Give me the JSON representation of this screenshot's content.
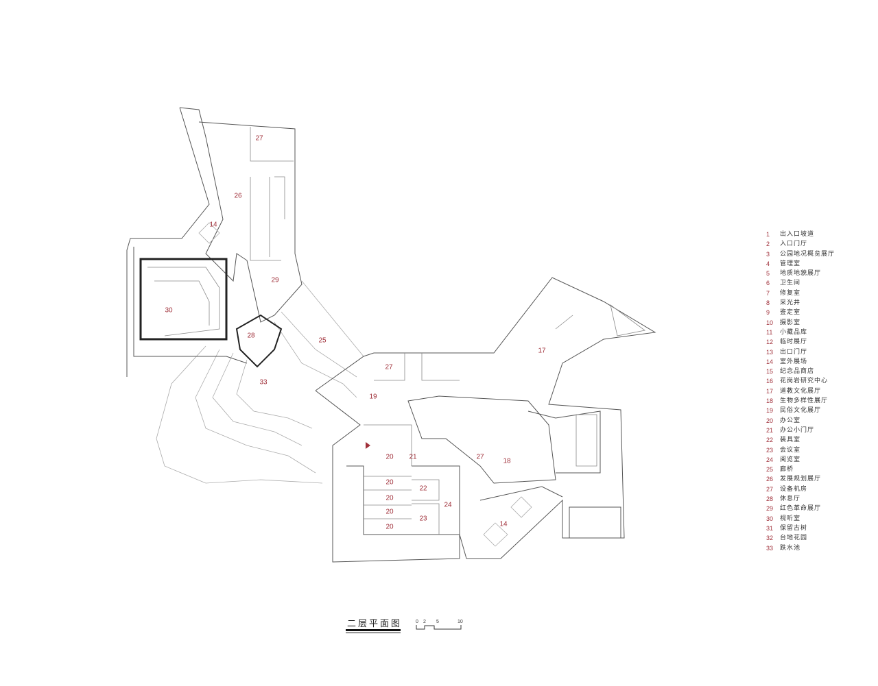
{
  "title": "二层平面图",
  "scale_bar": {
    "ticks": [
      "0",
      "2",
      "5",
      "10"
    ]
  },
  "room_labels": [
    "27",
    "26",
    "14",
    "29",
    "30",
    "28",
    "25",
    "33",
    "27",
    "19",
    "17",
    "20",
    "21",
    "22",
    "20",
    "20",
    "20",
    "20",
    "23",
    "24",
    "27",
    "18",
    "14"
  ],
  "legend": [
    {
      "num": "1",
      "label": "出入口坡道"
    },
    {
      "num": "2",
      "label": "入口门厅"
    },
    {
      "num": "3",
      "label": "公园地况概览展厅"
    },
    {
      "num": "4",
      "label": "管理室"
    },
    {
      "num": "5",
      "label": "地质地貌展厅"
    },
    {
      "num": "6",
      "label": "卫生间"
    },
    {
      "num": "7",
      "label": "修复室"
    },
    {
      "num": "8",
      "label": "采光井"
    },
    {
      "num": "9",
      "label": "鉴定室"
    },
    {
      "num": "10",
      "label": "摄影室"
    },
    {
      "num": "11",
      "label": "小藏品库"
    },
    {
      "num": "12",
      "label": "临时展厅"
    },
    {
      "num": "13",
      "label": "出口门厅"
    },
    {
      "num": "14",
      "label": "室外展场"
    },
    {
      "num": "15",
      "label": "纪念品商店"
    },
    {
      "num": "16",
      "label": "花岗岩研究中心"
    },
    {
      "num": "17",
      "label": "道教文化展厅"
    },
    {
      "num": "18",
      "label": "生物多样性展厅"
    },
    {
      "num": "19",
      "label": "民俗文化展厅"
    },
    {
      "num": "20",
      "label": "办公室"
    },
    {
      "num": "21",
      "label": "办公小门厅"
    },
    {
      "num": "22",
      "label": "装具室"
    },
    {
      "num": "23",
      "label": "会议室"
    },
    {
      "num": "24",
      "label": "阅览室"
    },
    {
      "num": "25",
      "label": "廊桥"
    },
    {
      "num": "26",
      "label": "发展规划展厅"
    },
    {
      "num": "27",
      "label": "设备机房"
    },
    {
      "num": "28",
      "label": "休息厅"
    },
    {
      "num": "29",
      "label": "红色革命展厅"
    },
    {
      "num": "30",
      "label": "视听室"
    },
    {
      "num": "31",
      "label": "保留古树"
    },
    {
      "num": "32",
      "label": "台地花园"
    },
    {
      "num": "33",
      "label": "跌水池"
    }
  ],
  "colors": {
    "room_number": "#a0303a",
    "wall": "#333333",
    "line": "#999999"
  }
}
